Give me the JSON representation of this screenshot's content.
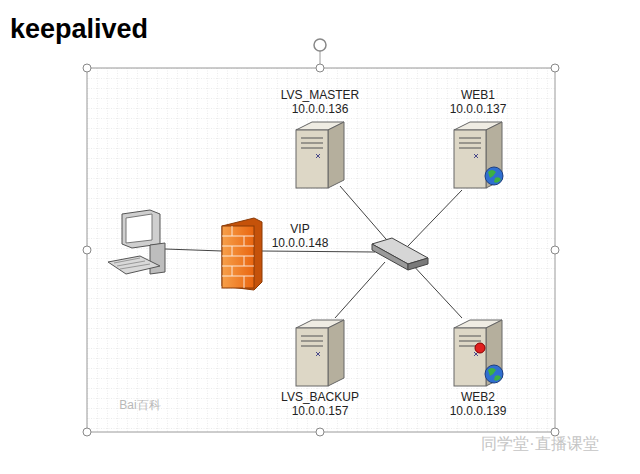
{
  "diagram": {
    "title": "keepalived",
    "nodes": [
      {
        "text": [
          "LVS_MASTER",
          "10.0.0.136"
        ]
      },
      {
        "text": [
          "WEB1",
          "10.0.0.137"
        ]
      },
      {
        "text": [
          "LVS_BACKUP",
          "10.0.0.157"
        ]
      },
      {
        "text": [
          "WEB2",
          "10.0.0.139"
        ]
      }
    ],
    "labels": [
      "VIP",
      "10.0.0.148",
      "Bai百科",
      "同学堂·直播课堂"
    ]
  }
}
